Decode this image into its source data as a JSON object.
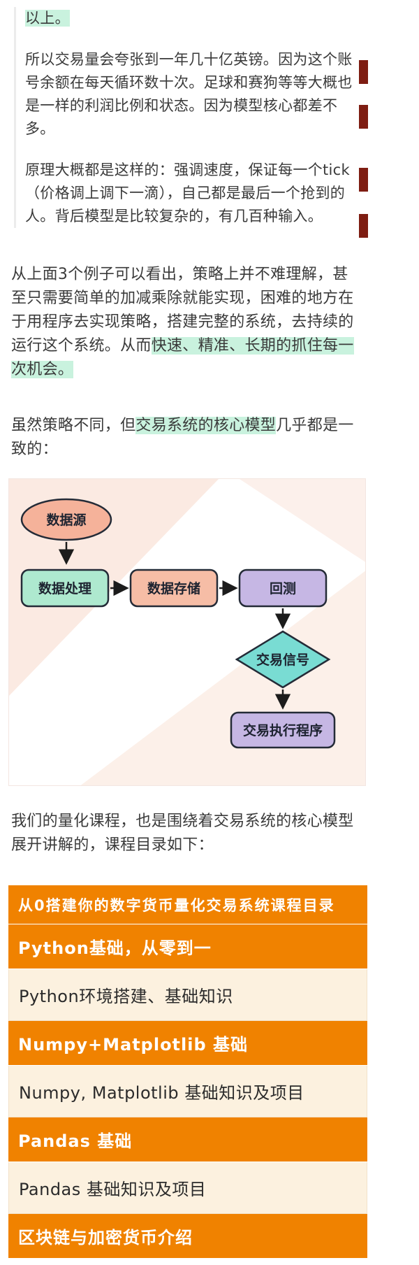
{
  "page": {
    "background": "#ffffff",
    "text_color": "#3a3a3a",
    "highlight_color": "#c9f2de",
    "edge_mark_color": "#7e1d12"
  },
  "quote": {
    "line1_highlight": "以上。",
    "para2": "所以交易量会夸张到一年几十亿英镑。因为这个账号余额在每天循环数十次。足球和赛狗等等大概也是一样的利润比例和状态。因为模型核心都差不多。",
    "para3": "原理大概都是这样的：强调速度，保证每一个tick（价格调上调下一滴），自己都是最后一个抢到的人。背后模型是比较复杂的，有几百种输入。"
  },
  "paragraphs": {
    "p1": {
      "pre": "从上面3个例子可以看出，策略上并不难理解，甚至只需要简单的加减乘除就能实现，困难的地方在于用程序去实现策略，搭建完整的系统，去持续的运行这个系统。从而",
      "highlight": "快速、精准、长期的抓住每一次机会。"
    },
    "p2": {
      "pre": "虽然策略不同，但",
      "highlight": "交易系统的核心模型",
      "post": "几乎都是一致的："
    },
    "p3": "我们的量化课程，也是围绕着交易系统的核心模型展开讲解的，课程目录如下："
  },
  "flowchart": {
    "description": "trading-system-core-model-flowchart",
    "border_color": "#242b37",
    "arrow_color": "#1c1c1c",
    "nodes": [
      {
        "id": "source",
        "label": "数据源",
        "shape": "ellipse",
        "fill": "#f5b29a"
      },
      {
        "id": "process",
        "label": "数据处理",
        "shape": "rect",
        "fill": "#aee9cf"
      },
      {
        "id": "storage",
        "label": "数据存储",
        "shape": "rect",
        "fill": "#f6bda6"
      },
      {
        "id": "backtest",
        "label": "回测",
        "shape": "rect",
        "fill": "#c6b7e4"
      },
      {
        "id": "signal",
        "label": "交易信号",
        "shape": "diamond",
        "fill": "#79dcd3"
      },
      {
        "id": "executor",
        "label": "交易执行程序",
        "shape": "rect",
        "fill": "#c6b7e4"
      }
    ],
    "edges": [
      "source->process",
      "process->storage",
      "storage->backtest",
      "backtest->signal",
      "signal->executor"
    ]
  },
  "course_table": {
    "header": "从0搭建你的数字货币量化交易系统课程目录",
    "rows": [
      {
        "label": "Python基础，从零到一",
        "type": "section"
      },
      {
        "label": "Python环境搭建、基础知识",
        "type": "item"
      },
      {
        "label": "Numpy+Matplotlib 基础",
        "type": "section"
      },
      {
        "label": "Numpy, Matplotlib 基础知识及项目",
        "type": "item"
      },
      {
        "label": "Pandas 基础",
        "type": "section"
      },
      {
        "label": "Pandas 基础知识及项目",
        "type": "item"
      },
      {
        "label": "区块链与加密货币介绍",
        "type": "section"
      }
    ],
    "colors": {
      "section_bg": "#f08200",
      "section_text": "#ffffff",
      "item_bg": "#fcf1df",
      "item_text": "#2b2b2b"
    }
  }
}
